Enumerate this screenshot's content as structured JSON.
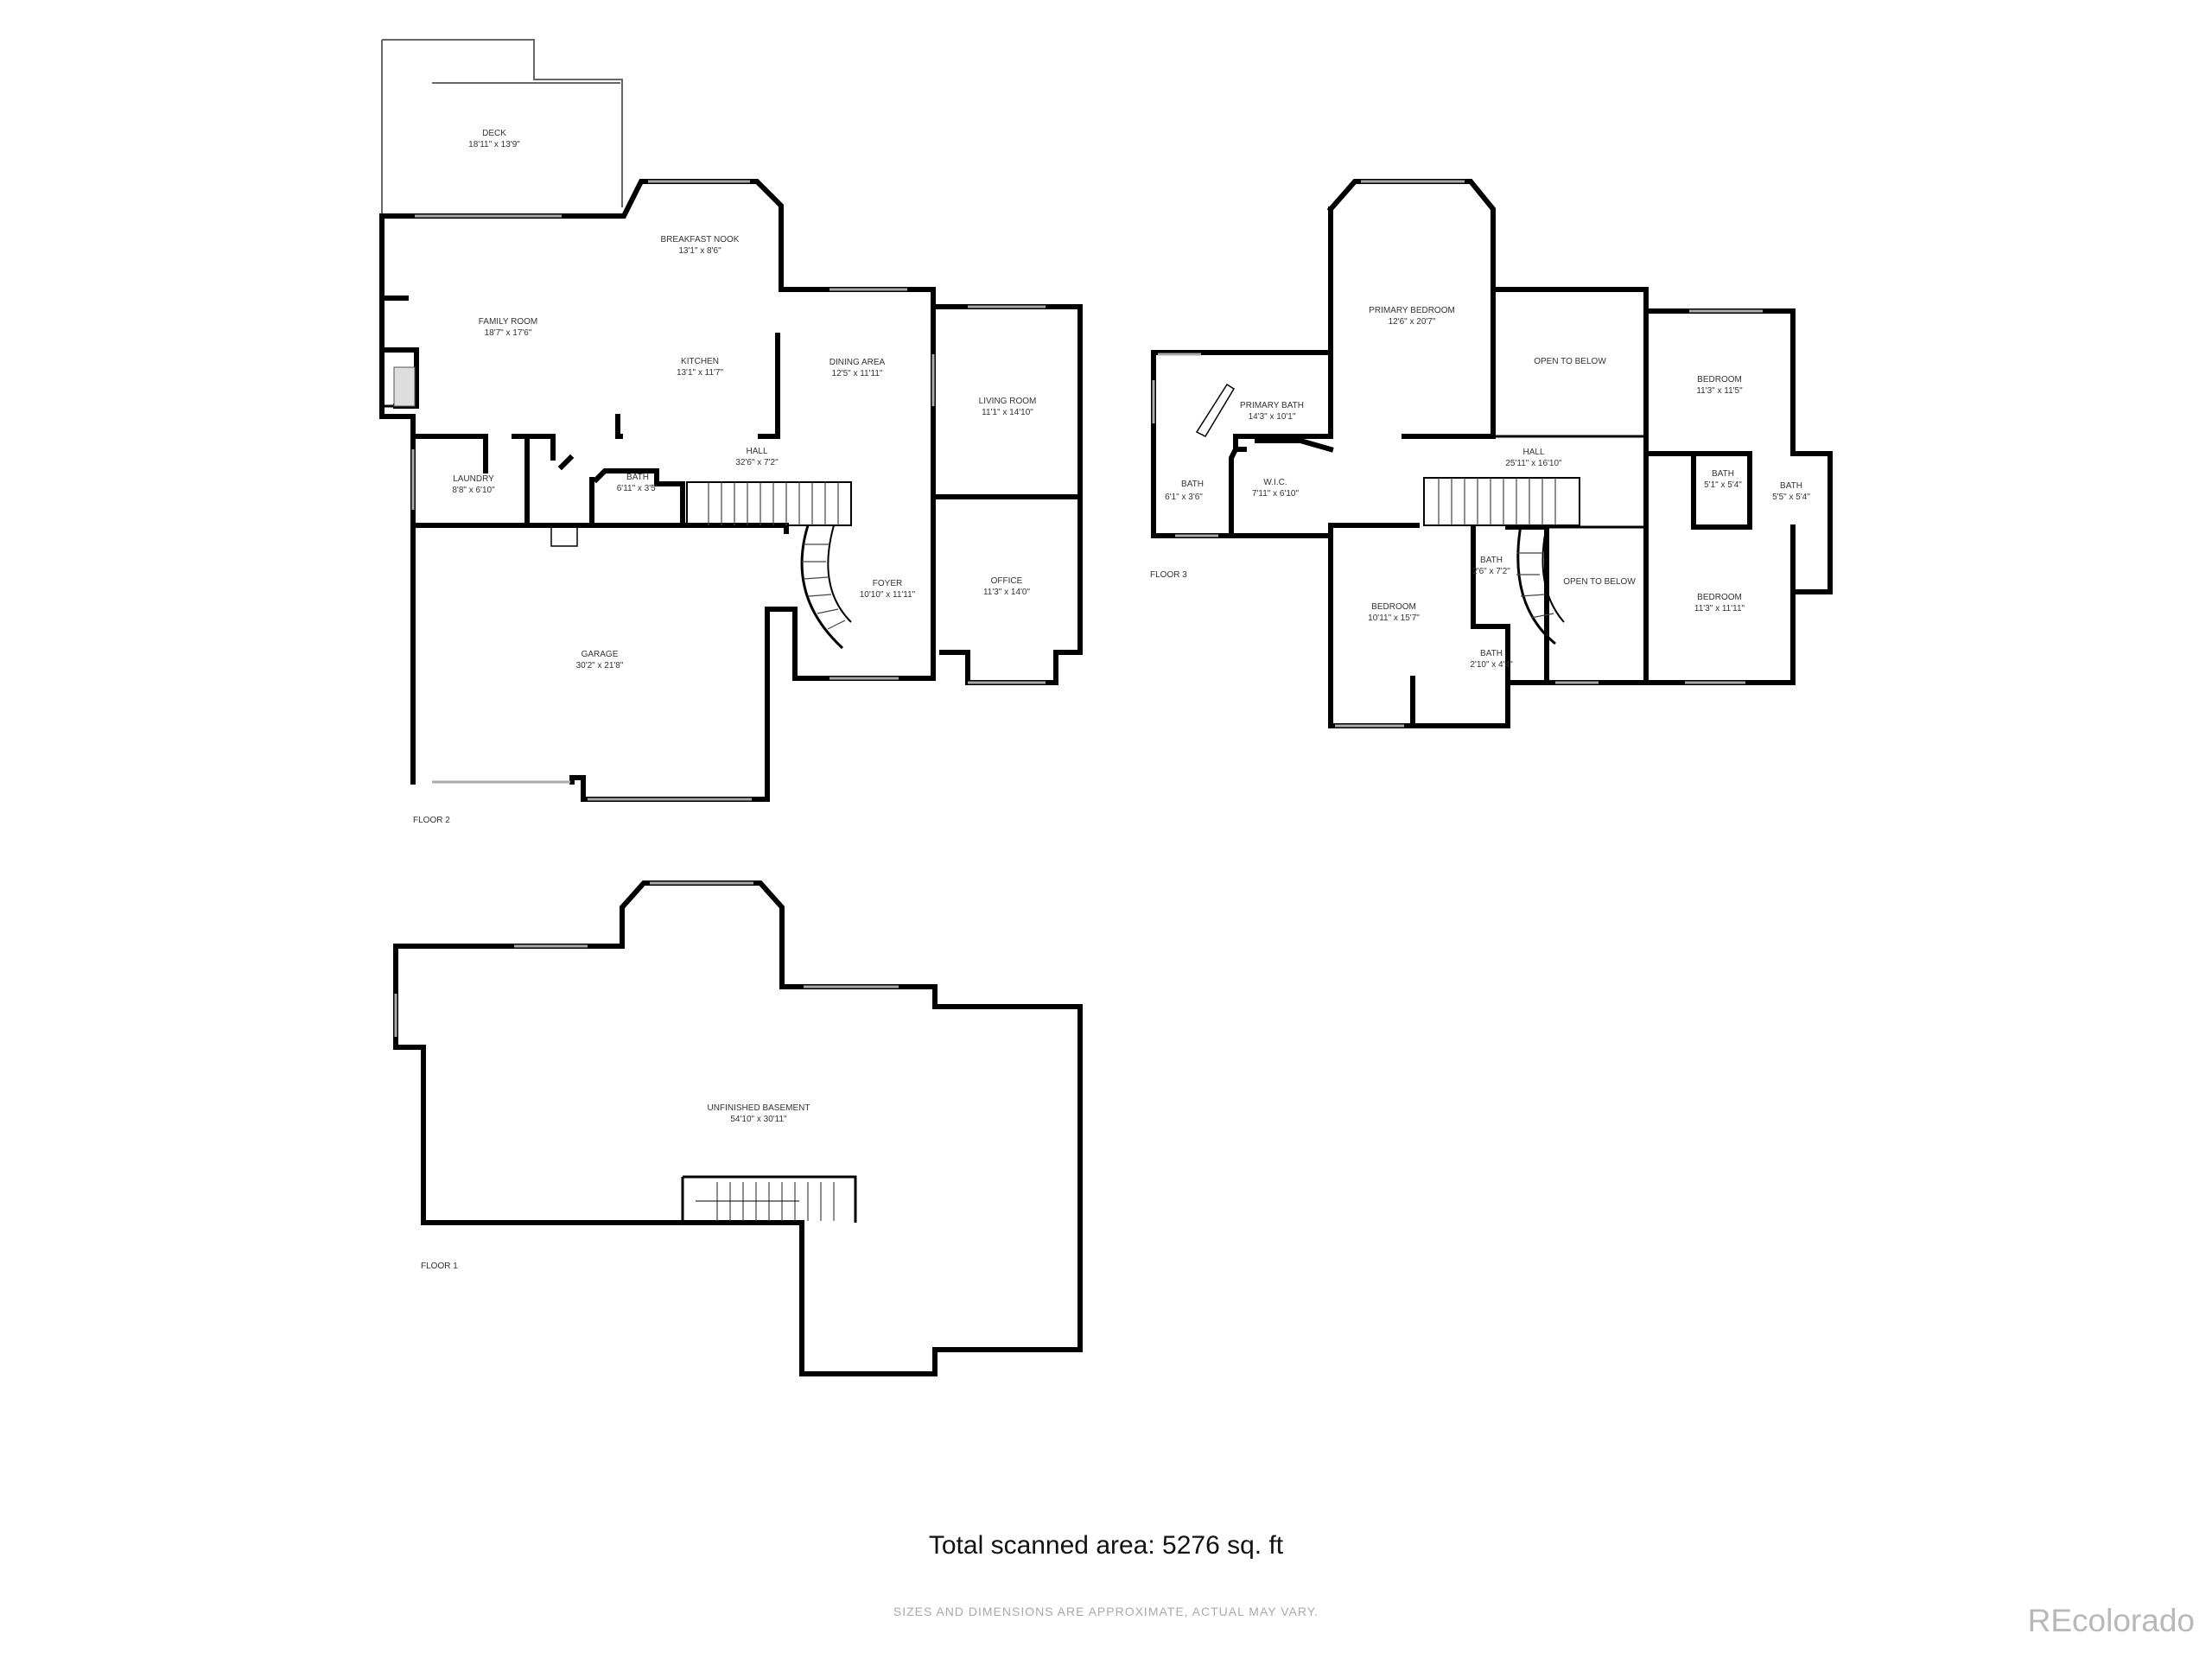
{
  "floors": {
    "floor2": {
      "label": "FLOOR 2",
      "rooms": [
        {
          "name": "DECK",
          "dim": "18'11\" x 13'9\""
        },
        {
          "name": "BREAKFAST NOOK",
          "dim": "13'1\" x 8'6\""
        },
        {
          "name": "FAMILY ROOM",
          "dim": "18'7\" x 17'6\""
        },
        {
          "name": "KITCHEN",
          "dim": "13'1\" x 11'7\""
        },
        {
          "name": "DINING AREA",
          "dim": "12'5\" x 11'11\""
        },
        {
          "name": "LIVING ROOM",
          "dim": "11'1\" x 14'10\""
        },
        {
          "name": "HALL",
          "dim": "32'6\" x 7'2\""
        },
        {
          "name": "LAUNDRY",
          "dim": "8'8\" x 6'10\""
        },
        {
          "name": "BATH",
          "dim": "6'11\" x 3'5\""
        },
        {
          "name": "FOYER",
          "dim": "10'10\" x 11'11\""
        },
        {
          "name": "OFFICE",
          "dim": "11'3\" x 14'0\""
        },
        {
          "name": "GARAGE",
          "dim": "30'2\" x 21'8\""
        }
      ]
    },
    "floor3": {
      "label": "FLOOR 3",
      "rooms": [
        {
          "name": "PRIMARY BEDROOM",
          "dim": "12'6\" x 20'7\""
        },
        {
          "name": "OPEN TO BELOW",
          "dim": ""
        },
        {
          "name": "BEDROOM",
          "dim": "11'3\" x 11'5\""
        },
        {
          "name": "PRIMARY BATH",
          "dim": "14'3\" x 10'1\""
        },
        {
          "name": "HALL",
          "dim": "25'11\" x 16'10\""
        },
        {
          "name": "W.I.C.",
          "dim": "7'11\" x 6'10\""
        },
        {
          "name": "BATH",
          "dim": "6'1\" x 3'6\""
        },
        {
          "name": "BATH",
          "dim": "5'1\" x 5'4\""
        },
        {
          "name": "BATH",
          "dim": "5'5\" x 5'4\""
        },
        {
          "name": "BATH",
          "dim": "2'6\" x 7'2\""
        },
        {
          "name": "BEDROOM",
          "dim": "10'11\" x 15'7\""
        },
        {
          "name": "OPEN TO BELOW",
          "dim": ""
        },
        {
          "name": "BEDROOM",
          "dim": "11'3\" x 11'11\""
        },
        {
          "name": "BATH",
          "dim": "2'10\" x 4'4\""
        }
      ]
    },
    "floor1": {
      "label": "FLOOR 1",
      "rooms": [
        {
          "name": "UNFINISHED BASEMENT",
          "dim": "54'10\" x 30'11\""
        }
      ]
    }
  },
  "total_area": "Total scanned area: 5276 sq. ft",
  "disclaimer": "SIZES AND DIMENSIONS ARE APPROXIMATE, ACTUAL MAY VARY.",
  "brand": "REcolorado"
}
